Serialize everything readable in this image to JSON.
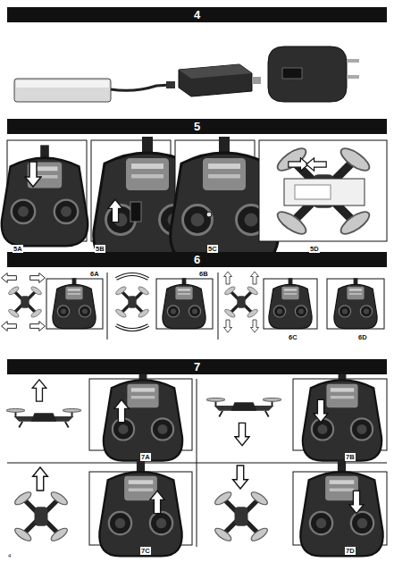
{
  "diagram": {
    "nodes": [
      {
        "text": [
          "4"
        ]
      },
      {
        "text": [
          "5"
        ]
      },
      {
        "text": [
          "6"
        ]
      },
      {
        "text": [
          "7"
        ]
      }
    ],
    "labels": [
      "5A",
      "5B",
      "5C",
      "5D",
      "6A",
      "6B",
      "6C",
      "6D",
      "7A",
      "7B",
      "7C",
      "7D",
      "4"
    ]
  }
}
